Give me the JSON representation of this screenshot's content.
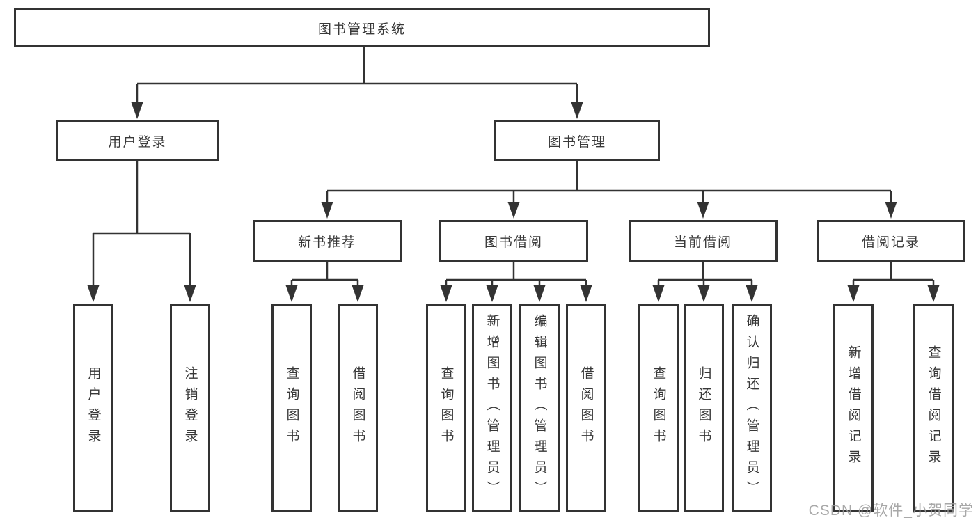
{
  "diagram_title": "图书管理系统",
  "tree": {
    "root": {
      "label": "图书管理系统"
    },
    "level2": [
      {
        "label": "用户登录",
        "children": [
          {
            "label": "用户登录"
          },
          {
            "label": "注销登录"
          }
        ]
      },
      {
        "label": "图书管理",
        "children": [
          {
            "label": "新书推荐",
            "children": [
              {
                "label": "查询图书"
              },
              {
                "label": "借阅图书"
              }
            ]
          },
          {
            "label": "图书借阅",
            "children": [
              {
                "label": "查询图书"
              },
              {
                "label": "新增图书（管理员）"
              },
              {
                "label": "编辑图书（管理员）"
              },
              {
                "label": "借阅图书"
              }
            ]
          },
          {
            "label": "当前借阅",
            "children": [
              {
                "label": "查询图书"
              },
              {
                "label": "归还图书"
              },
              {
                "label": "确认归还（管理员）"
              }
            ]
          },
          {
            "label": "借阅记录",
            "children": [
              {
                "label": "新增借阅记录"
              },
              {
                "label": "查询借阅记录"
              }
            ]
          }
        ]
      }
    ]
  },
  "watermark": {
    "text": "CSDN @软件_小贺同学"
  },
  "colors": {
    "line": "#333333",
    "box_border": "#333333",
    "text": "#383838",
    "watermark": "#9d9d9d",
    "background": "#ffffff"
  }
}
